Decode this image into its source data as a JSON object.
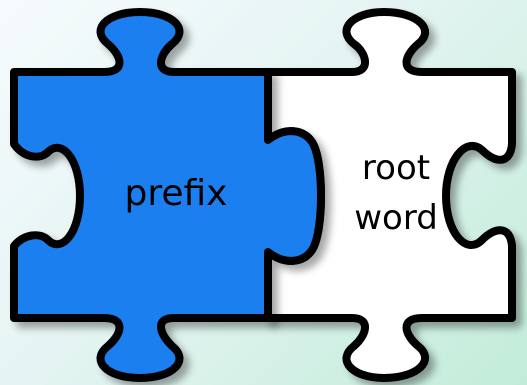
{
  "pieces": [
    {
      "id": "prefix",
      "label_lines": [
        "prefix"
      ],
      "fill": "#1a7ff0"
    },
    {
      "id": "root-word",
      "label_lines": [
        "root",
        "word"
      ],
      "fill": "#ffffff"
    }
  ],
  "colors": {
    "outline": "#000000",
    "shadow": "#8a9aa0",
    "background_light": "#f6fbfd",
    "background_accent": "#c2ecd9"
  }
}
